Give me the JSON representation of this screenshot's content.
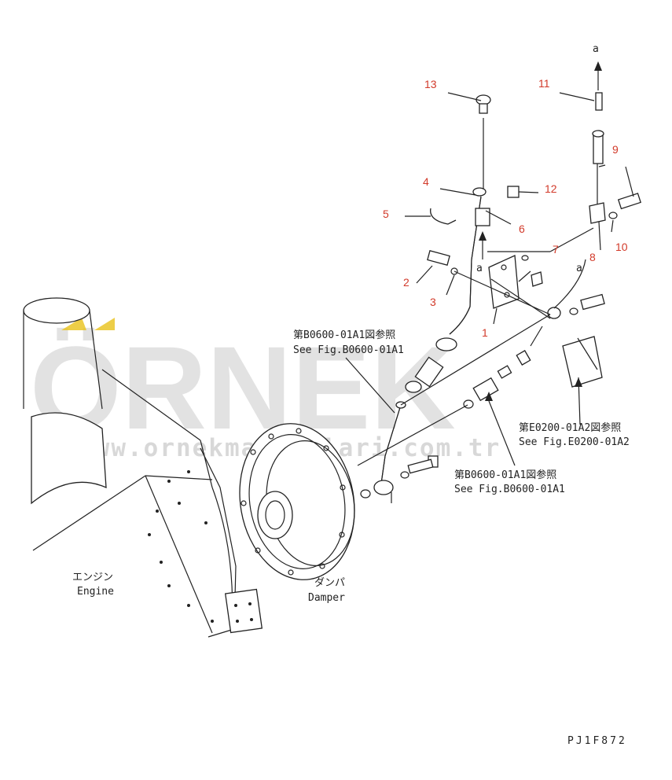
{
  "callouts": [
    {
      "id": "c1",
      "num": "1"
    },
    {
      "id": "c2",
      "num": "2"
    },
    {
      "id": "c3",
      "num": "3"
    },
    {
      "id": "c4",
      "num": "4"
    },
    {
      "id": "c5",
      "num": "5"
    },
    {
      "id": "c6",
      "num": "6"
    },
    {
      "id": "c7",
      "num": "7"
    },
    {
      "id": "c8",
      "num": "8"
    },
    {
      "id": "c9",
      "num": "9"
    },
    {
      "id": "c10",
      "num": "10"
    },
    {
      "id": "c11",
      "num": "11"
    },
    {
      "id": "c12",
      "num": "12"
    },
    {
      "id": "c13",
      "num": "13"
    }
  ],
  "arrow_label_a_top": "a",
  "arrow_label_a_mid": "a",
  "arrow_label_a_small": "a",
  "refs": {
    "ref1_jp": "第B0600-01A1図参照",
    "ref1_en": "See Fig.B0600-01A1",
    "ref2_jp": "第E0200-01A2図参照",
    "ref2_en": "See Fig.E0200-01A2",
    "ref3_jp": "第B0600-01A1図参照",
    "ref3_en": "See Fig.B0600-01A1"
  },
  "engine_jp": "エンジン",
  "engine_en": "Engine",
  "damper_jp": "ダンパ",
  "damper_en": "Damper",
  "drawing_code": "PJ1F872",
  "watermark_brand": "ÖRNEK",
  "watermark_url": "www.ornekmakinalari.com.tr",
  "colors": {
    "callout": "#d23a2a",
    "watermark": "#d9d9d9",
    "watermark_accent": "#e8c21a"
  }
}
